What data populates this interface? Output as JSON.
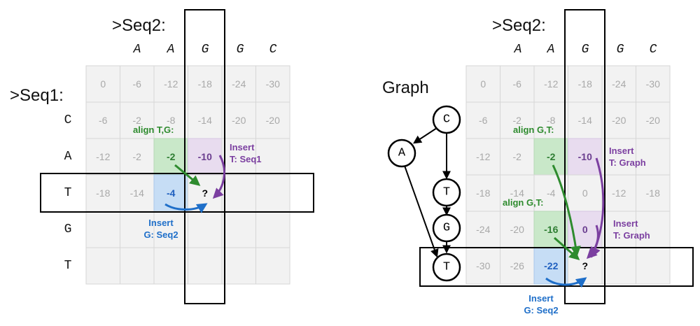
{
  "left": {
    "seq2_label": ">Seq2:",
    "seq1_label": ">Seq1:",
    "col_headers": [
      "A",
      "A",
      "G",
      "G",
      "C"
    ],
    "row_labels": [
      "C",
      "A",
      "T",
      "G",
      "T"
    ],
    "grid": [
      [
        "0",
        "-6",
        "-12",
        "-18",
        "-24",
        "-30"
      ],
      [
        "-6",
        "-2",
        "-8",
        "-14",
        "-20",
        "-20"
      ],
      [
        "-12",
        "-2",
        "-2",
        "-10",
        "",
        ""
      ],
      [
        "-18",
        "-14",
        "-4",
        "?",
        "",
        ""
      ],
      [
        "",
        "",
        "",
        "",
        "",
        ""
      ],
      [
        "",
        "",
        "",
        "",
        "",
        ""
      ]
    ],
    "ann_align": "align T,G:",
    "ann_insert_1": "Insert",
    "ann_insert_2": "T: Seq1",
    "ann_ins2_1": "Insert",
    "ann_ins2_2": "G: Seq2"
  },
  "right": {
    "seq2_label": ">Seq2:",
    "graph_label": "Graph",
    "col_headers": [
      "A",
      "A",
      "G",
      "G",
      "C"
    ],
    "nodes": [
      "C",
      "A",
      "T",
      "G",
      "T"
    ],
    "grid": [
      [
        "0",
        "-6",
        "-12",
        "-18",
        "-24",
        "-30"
      ],
      [
        "-6",
        "-2",
        "-8",
        "-14",
        "-20",
        "-20"
      ],
      [
        "-12",
        "-2",
        "-2",
        "-10",
        "",
        ""
      ],
      [
        "-18",
        "-14",
        "-4",
        "0",
        "-12",
        "-18"
      ],
      [
        "-24",
        "-20",
        "-16",
        "0",
        "",
        ""
      ],
      [
        "-30",
        "-26",
        "-22",
        "?",
        "",
        ""
      ]
    ],
    "ann_align_1": "align G,T:",
    "ann_align_2": "align G,T:",
    "ann_insert_a1": "Insert",
    "ann_insert_a2": "T: Graph",
    "ann_insert_b1": "Insert",
    "ann_insert_b2": "T: Graph",
    "ann_ins2_1": "Insert",
    "ann_ins2_2": "G: Seq2"
  },
  "colors": {
    "green": "#2e8b2e",
    "purple": "#7b3fa0",
    "blue": "#1f6fc9"
  }
}
